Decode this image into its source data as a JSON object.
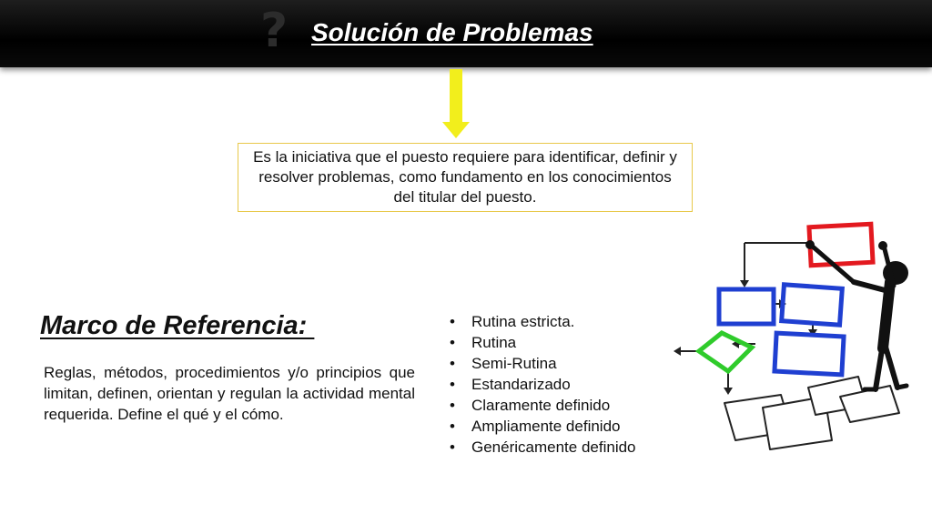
{
  "header": {
    "title": "Solución de Problemas"
  },
  "definition": {
    "text": "Es la iniciativa que el puesto requiere para identificar, definir y resolver problemas, como fundamento en los conocimientos del titular del puesto."
  },
  "reference": {
    "heading": "Marco de Referencia: ",
    "description": "Reglas, métodos, procedimientos y/o principios que limitan, definen, orientan y regulan la actividad mental requerida. Define el qué y el cómo."
  },
  "levels": [
    "Rutina estricta.",
    "Rutina",
    "Semi-Rutina",
    "Estandarizado",
    "Claramente definido",
    "Ampliamente definido",
    "Genéricamente definido"
  ],
  "colors": {
    "header_bg": "#000000",
    "arrow": "#f2ee1c",
    "box_border": "#e8c84a",
    "diagram_red": "#e3191f",
    "diagram_blue": "#1f3fd1",
    "diagram_green": "#2fcb2b"
  },
  "icons": {
    "arrow": "down-arrow-icon",
    "illustration": "stick-figure-flowchart-icon"
  }
}
